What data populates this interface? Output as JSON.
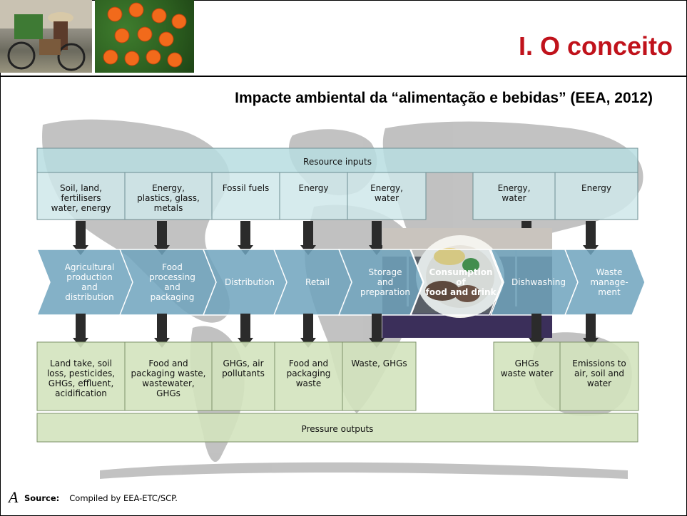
{
  "slide": {
    "title": "I. O conceito",
    "subtitle": "Impacte ambiental da “alimentação e bebidas” (EEA, 2012)",
    "stray_letter": "A"
  },
  "diagram": {
    "resource_header": "Resource inputs",
    "inputs": [
      [
        "Soil, land,",
        "fertilisers",
        "water, energy"
      ],
      [
        "Energy,",
        "plastics, glass,",
        "metals"
      ],
      [
        "Fossil fuels"
      ],
      [
        "Energy"
      ],
      [
        "Energy,",
        "water"
      ],
      [
        "Energy,",
        "water"
      ],
      [
        "Energy"
      ]
    ],
    "stages": [
      [
        "Agricultural",
        "production",
        "and",
        "distribution"
      ],
      [
        "Food",
        "processing",
        "and",
        "packaging"
      ],
      [
        "Distribution"
      ],
      [
        "Retail"
      ],
      [
        "Storage",
        "and",
        "preparation"
      ],
      [
        "Consumption",
        "of",
        "food and drink"
      ],
      [
        "Dishwashing"
      ],
      [
        "Waste",
        "manage-",
        "ment"
      ]
    ],
    "outputs": [
      [
        "Land take, soil",
        "loss, pesticides,",
        "GHGs, effluent,",
        "acidification"
      ],
      [
        "Food and",
        "packaging waste,",
        "wastewater,",
        "GHGs"
      ],
      [
        "GHGs, air",
        "pollutants"
      ],
      [
        "Food and",
        "packaging",
        "waste"
      ],
      [
        "Waste, GHGs"
      ],
      [
        "GHGs",
        "waste water"
      ],
      [
        "Emissions to",
        "air, soil and",
        "water"
      ]
    ],
    "pressure_footer": "Pressure outputs",
    "source_label": "Source:",
    "source_text": "Compiled by EEA-ETC/SCP."
  },
  "colors": {
    "title_red": "#c0121b",
    "input_fill": "#cfe8ea",
    "input_header_fill": "#b7dde0",
    "chevron_fill": "#6fa3bd",
    "output_fill": "#d3e3be",
    "arrow_dark": "#2b2b2b",
    "map_gray": "#9a9a9a"
  },
  "images": [
    "street-vendor-bicycle-photo",
    "orange-fruits-on-leaf-photo",
    "food-plate-photo",
    "world-map-background"
  ]
}
